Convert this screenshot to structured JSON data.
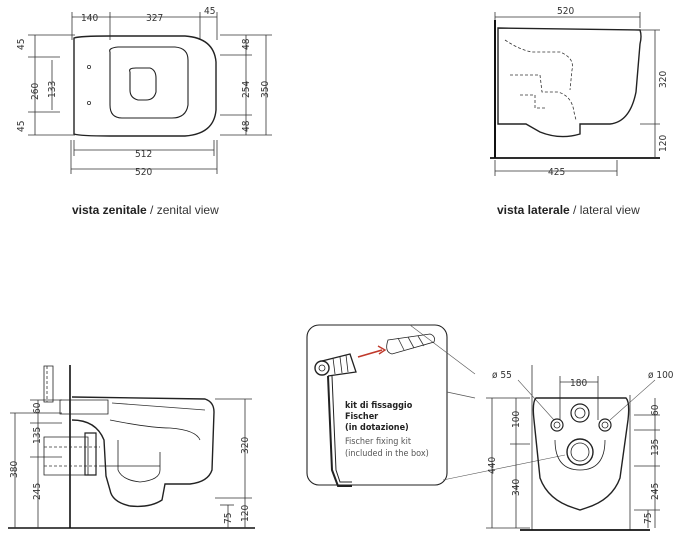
{
  "zenital": {
    "caption_bold": "vista zenitale",
    "caption_sep": " / ",
    "caption_rest": "zenital view",
    "dims": {
      "top_left": "140",
      "top_mid": "327",
      "top_right": "45",
      "left_top": "45",
      "left_mid": "260",
      "left_inner": "133",
      "left_bottom": "45",
      "right_top": "48",
      "right_mid": "254",
      "right_bottom": "48",
      "right_total": "350",
      "bottom_inner": "512",
      "bottom_total": "520"
    }
  },
  "lateral": {
    "caption_bold": "vista laterale",
    "caption_sep": " / ",
    "caption_rest": "lateral view",
    "dims": {
      "top": "520",
      "right_upper": "320",
      "right_lower": "120",
      "bottom": "425"
    }
  },
  "section": {
    "dims": {
      "left_total": "380",
      "left_upper": "60",
      "left_mid": "135",
      "left_lower": "245",
      "right_upper": "320",
      "right_lower": "120",
      "right_bottom": "75"
    }
  },
  "kit": {
    "line1": "kit di fissaggio",
    "line2": "Fischer",
    "line3": "(in dotazione)",
    "line4": "Fischer fixing kit",
    "line5": "(included in the box)"
  },
  "rear": {
    "dims": {
      "dia_left": "ø 55",
      "dia_right": "ø 100",
      "top_spacing": "180",
      "left_upper": "100",
      "left_lower": "340",
      "left_total": "440",
      "right_upper": "60",
      "right_mid": "135",
      "right_lower": "245",
      "right_bottom": "75"
    }
  }
}
